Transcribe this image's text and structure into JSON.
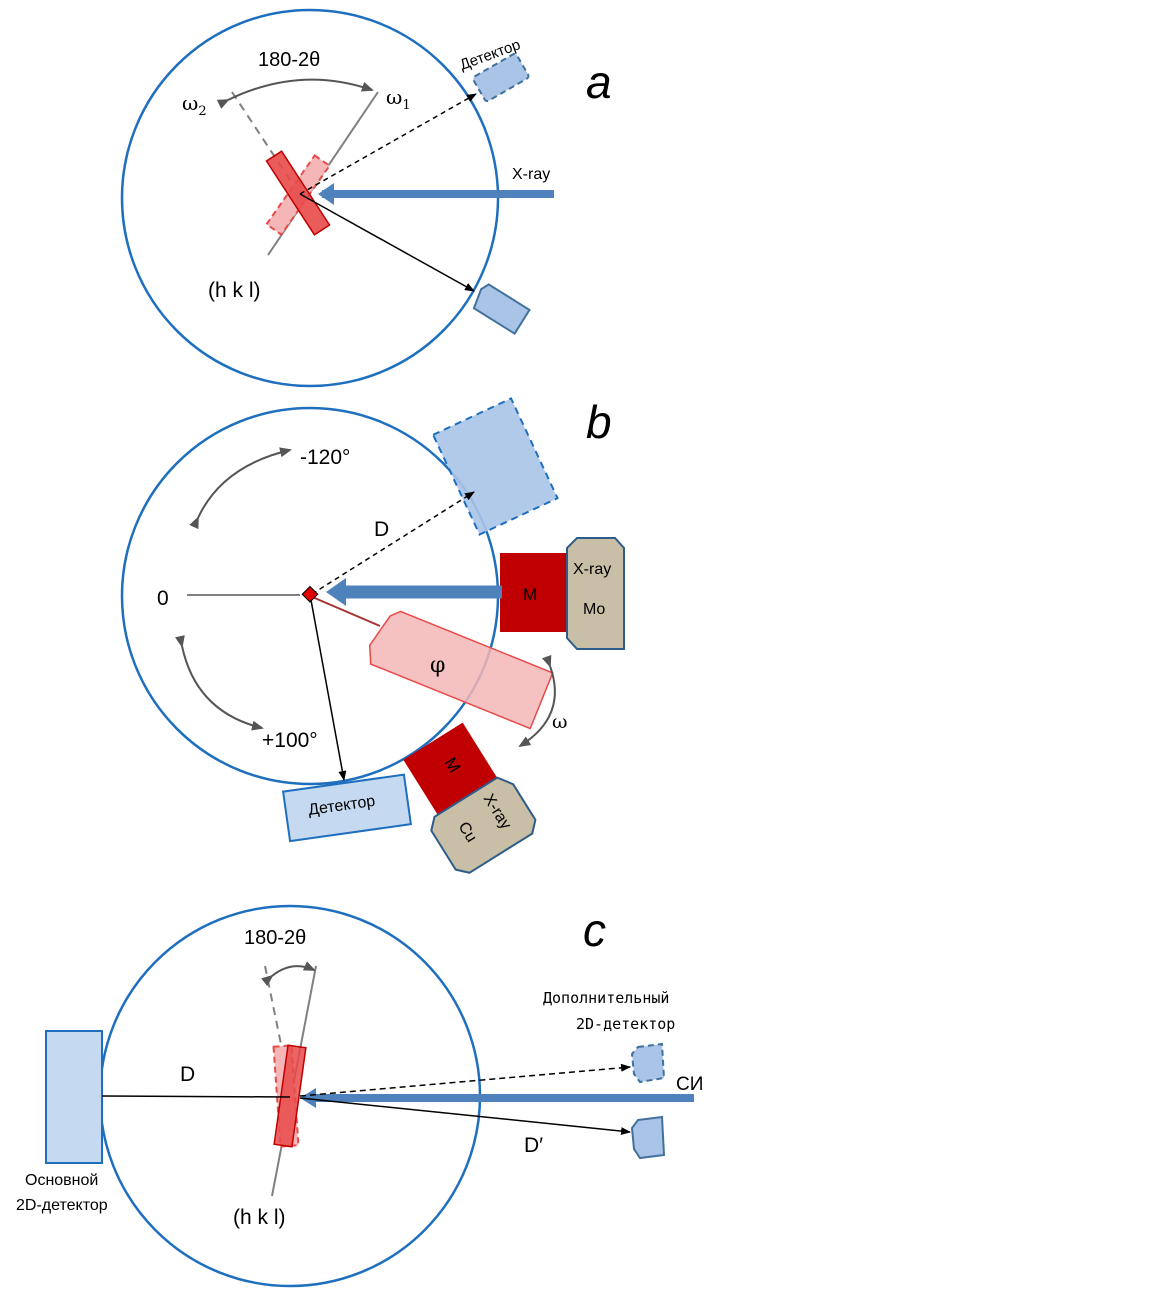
{
  "colors": {
    "circle": "#1f6fbf",
    "beam": "#4f81bd",
    "crystal": "#e84a4a",
    "crystal_light": "#f4b6b6",
    "detector": "#aac4e8",
    "detector_border": "#41719c",
    "monochromator": "#c00000",
    "tube": "#c8bfa6",
    "tube_border": "#2e5c8a",
    "gray_line": "#808080"
  },
  "panel_a": {
    "letter": "a",
    "angle_label": "180-2θ",
    "omega2": "ω",
    "omega2_sub": "2",
    "omega1": "ω",
    "omega1_sub": "1",
    "detector_label": "Детектор",
    "xray_label": "X-ray",
    "hkl_label": "(h k l)"
  },
  "panel_b": {
    "letter": "b",
    "angle_minus": "-120°",
    "angle_zero": "0",
    "angle_plus": "+100°",
    "distance_label": "D",
    "mono_upper": "M",
    "tube_upper_line1": "X-ray",
    "tube_upper_line2": "Mo",
    "phi_label": "φ",
    "omega_label": "ω",
    "mono_lower": "M",
    "tube_lower_line1": "X-ray",
    "tube_lower_line2": "Cu",
    "detector_label": "Детектор"
  },
  "panel_c": {
    "letter": "c",
    "angle_label": "180-2θ",
    "extra_detector_line1": "Дополнительный",
    "extra_detector_line2": "2D-детектор",
    "si_label": "СИ",
    "distance_D": "D",
    "distance_D_prime": "D′",
    "main_detector_line1": "Основной",
    "main_detector_line2": "2D-детектор",
    "hkl_label": "(h k l)"
  }
}
